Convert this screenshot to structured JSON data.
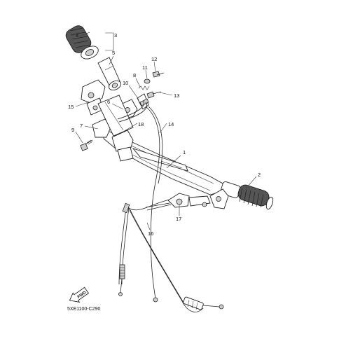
{
  "diagram": {
    "code": "5XE1100-C290",
    "fwd_label": "FWD",
    "callouts": [
      {
        "id": "c1",
        "label": "1"
      },
      {
        "id": "c2",
        "label": "2"
      },
      {
        "id": "c3",
        "label": "3"
      },
      {
        "id": "c4",
        "label": "4"
      },
      {
        "id": "c5",
        "label": "5"
      },
      {
        "id": "c6",
        "label": "6"
      },
      {
        "id": "c7",
        "label": "7"
      },
      {
        "id": "c8",
        "label": "8"
      },
      {
        "id": "c9",
        "label": "9"
      },
      {
        "id": "c10",
        "label": "10"
      },
      {
        "id": "c11",
        "label": "11"
      },
      {
        "id": "c12",
        "label": "12"
      },
      {
        "id": "c13",
        "label": "13"
      },
      {
        "id": "c14",
        "label": "14"
      },
      {
        "id": "c15",
        "label": "15"
      },
      {
        "id": "c16",
        "label": "16"
      },
      {
        "id": "c17",
        "label": "17"
      },
      {
        "id": "c18",
        "label": "18"
      }
    ]
  }
}
